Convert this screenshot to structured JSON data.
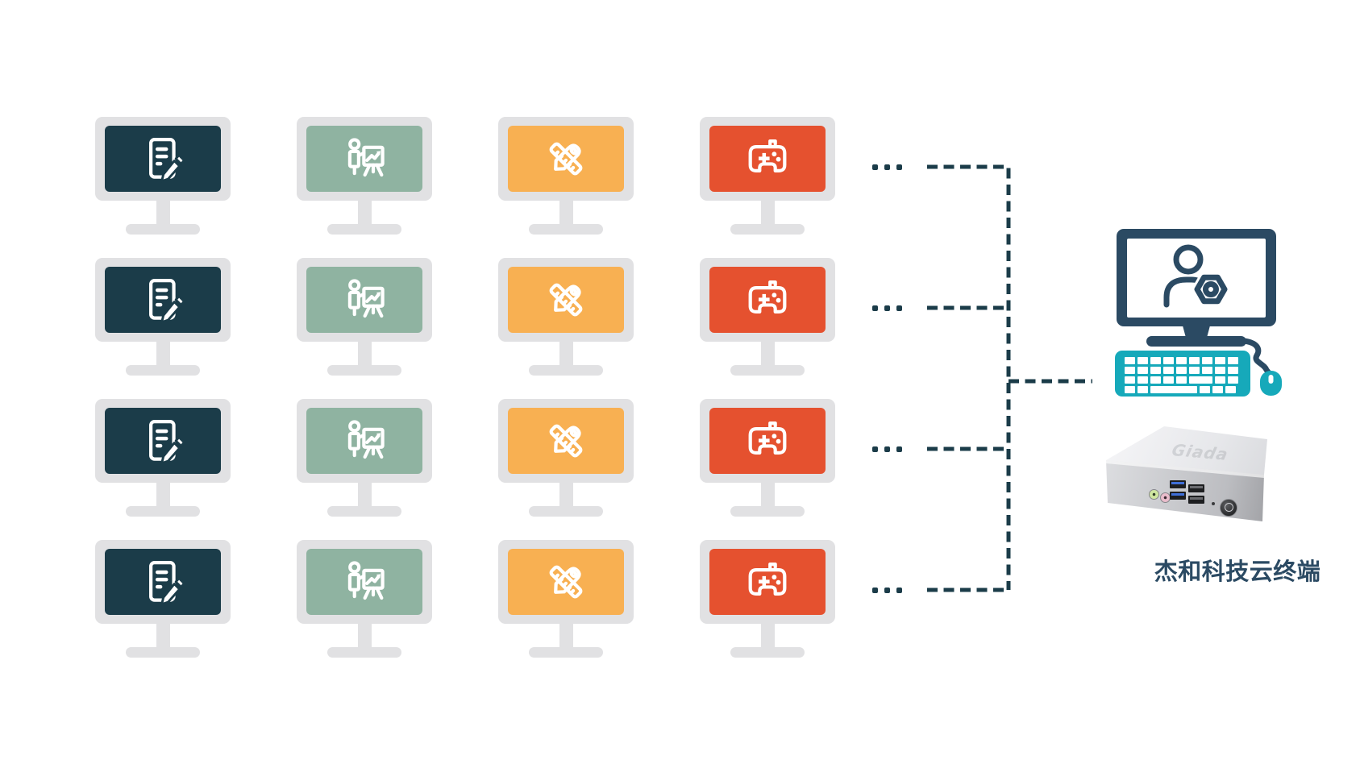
{
  "palette": {
    "monitor_frame": "#e1e1e3",
    "connector": "#1b3c49",
    "server_navy": "#2b4a63",
    "server_teal": "#16a9ba"
  },
  "clients": {
    "rows": 4,
    "ellipsis_dots_per_row": 3,
    "columns": [
      {
        "name": "office-client-monitor",
        "icon": "document-edit-icon",
        "screen_color": "#1b3c49"
      },
      {
        "name": "presentation-client-monitor",
        "icon": "presenter-chart-icon",
        "screen_color": "#8fb3a1"
      },
      {
        "name": "design-client-monitor",
        "icon": "ruler-pencil-icon",
        "screen_color": "#f8b052"
      },
      {
        "name": "gaming-client-monitor",
        "icon": "gamepad-icon",
        "screen_color": "#e5512f"
      }
    ]
  },
  "server": {
    "monitor_icon": "user-gear-icon",
    "device_logo": "Giada",
    "label": "杰和科技云终端"
  }
}
